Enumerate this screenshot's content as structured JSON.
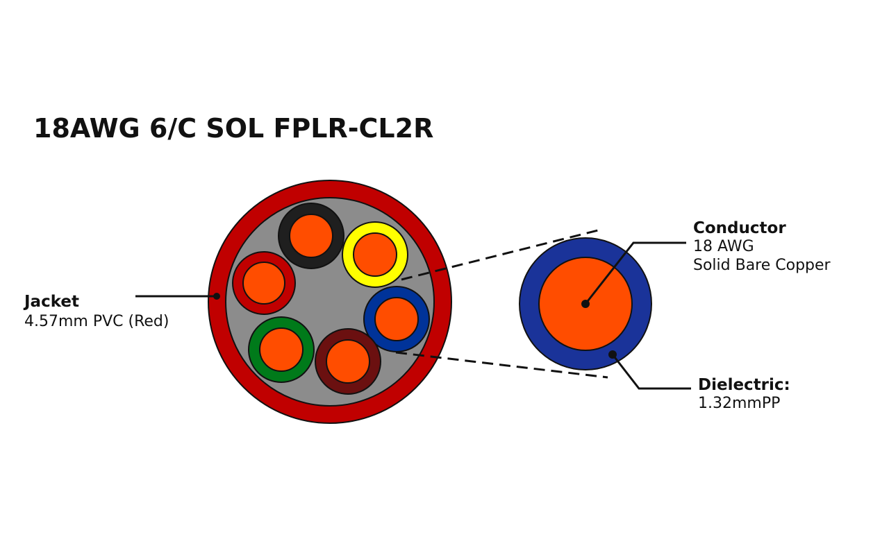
{
  "title": "18AWG 6/C SOL FPLR-CL2R",
  "jacket": {
    "heading": "Jacket",
    "detail": "4.57mm PVC (Red)",
    "color": "#c00000"
  },
  "fill_color": "#8c8c8c",
  "conductors": [
    {
      "insulation": "black",
      "color": "#1f1f1f"
    },
    {
      "insulation": "yellow",
      "color": "#ffff00"
    },
    {
      "insulation": "red",
      "color": "#c00000"
    },
    {
      "insulation": "blue",
      "color": "#003399"
    },
    {
      "insulation": "green",
      "color": "#007a1a"
    },
    {
      "insulation": "brown",
      "color": "#6b1010"
    }
  ],
  "copper_color": "#ff4d00",
  "detail_view": {
    "conductor": {
      "heading": "Conductor",
      "line1": "18 AWG",
      "line2": "Solid Bare Copper"
    },
    "dielectric": {
      "heading": "Dielectric:",
      "detail": "1.32mmPP",
      "color": "#1a3399"
    }
  }
}
